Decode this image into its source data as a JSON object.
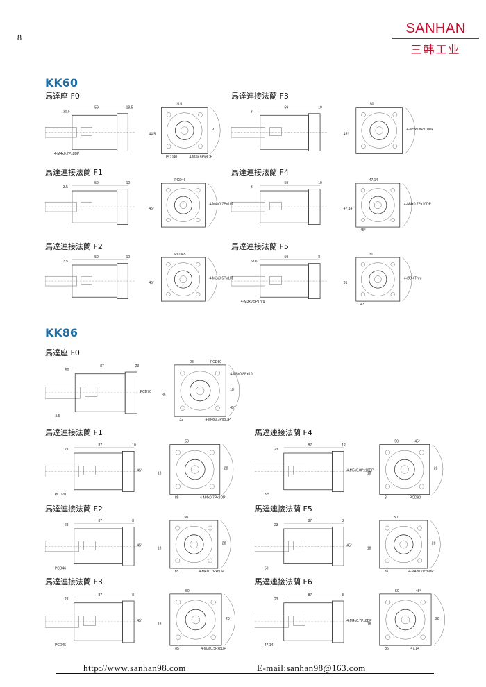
{
  "page_number": "8",
  "brand": {
    "name": "SANHAN",
    "name_cn": "三韩工业",
    "color": "#c8102e"
  },
  "sections": [
    {
      "title": "KK60",
      "figures": [
        {
          "label": "馬達座 F0",
          "dims": [
            "59",
            "18.5",
            "30.5",
            "15.5",
            "9",
            "44.5",
            "PCD40",
            "4-M4x0.7Px8DP",
            "4-M3x.5Px8DP"
          ]
        },
        {
          "label": "馬達連接法蘭 F3",
          "dims": [
            "59",
            "10",
            "3",
            "50",
            "4-M5x0.8Px10DP",
            "45°"
          ]
        },
        {
          "label": "馬達連接法蘭 F1",
          "dims": [
            "59",
            "10",
            "3.5",
            "PCD46",
            "4-M4x0.7Px10DP",
            "45°"
          ]
        },
        {
          "label": "馬達連接法蘭 F4",
          "dims": [
            "59",
            "10",
            "3",
            "47.14",
            "4-M4x0.7Px10DP",
            "47.14",
            "45°"
          ]
        },
        {
          "label": "馬達連接法蘭 F2",
          "dims": [
            "59",
            "10",
            "3.5",
            "PCD45",
            "4-M3x0.5Px10DP",
            "45°"
          ]
        },
        {
          "label": "馬達連接法蘭 F5",
          "dims": [
            "59",
            "8",
            "58.6",
            "31",
            "4-Ø3.4Thru",
            "31",
            "43",
            "4-M3x0.5PThru"
          ]
        }
      ]
    },
    {
      "title": "KK86",
      "figures": [
        {
          "label": "馬達座 F0",
          "dims": [
            "87",
            "23",
            "50",
            "28",
            "18",
            "85",
            "32",
            "3.5",
            "4-M4x0.7Px8DP",
            "PCD70",
            "PCD80",
            "4-M5x0.8Px10DP",
            "45°"
          ]
        },
        {
          "label": "馬達連接法蘭 F1",
          "dims": [
            "87",
            "10",
            "23",
            "50",
            "28",
            "18",
            "85",
            "PCD70",
            "4-M4x0.7Px8DP",
            "45°"
          ]
        },
        {
          "label": "馬達連接法蘭 F4",
          "dims": [
            "87",
            "12",
            "23",
            "50",
            "28",
            "18",
            "3",
            "3.5",
            "PCD90",
            "4-M5x0.8Px10DP",
            "45°"
          ]
        },
        {
          "label": "馬達連接法蘭 F2",
          "dims": [
            "87",
            "8",
            "23",
            "50",
            "28",
            "18",
            "85",
            "PCD46",
            "4-M4x0.7Px8DP",
            "45°"
          ]
        },
        {
          "label": "馬達連接法蘭 F5",
          "dims": [
            "87",
            "8",
            "23",
            "50",
            "28",
            "18",
            "85",
            "50",
            "4-M4x0.7Px8DP",
            "45°"
          ]
        },
        {
          "label": "馬達連接法蘭 F3",
          "dims": [
            "87",
            "8",
            "23",
            "50",
            "28",
            "18",
            "85",
            "PCD45",
            "4-M3x0.5Px8DP",
            "45°"
          ]
        },
        {
          "label": "馬達連接法蘭 F6",
          "dims": [
            "87",
            "8",
            "23",
            "50",
            "28",
            "18",
            "85",
            "47.14",
            "47.14",
            "4-M4x0.7Px8DP",
            "45°"
          ]
        }
      ]
    }
  ],
  "footer": {
    "url": "http://www.sanhan98.com",
    "email": "E-mail:sanhan98@163.com"
  }
}
